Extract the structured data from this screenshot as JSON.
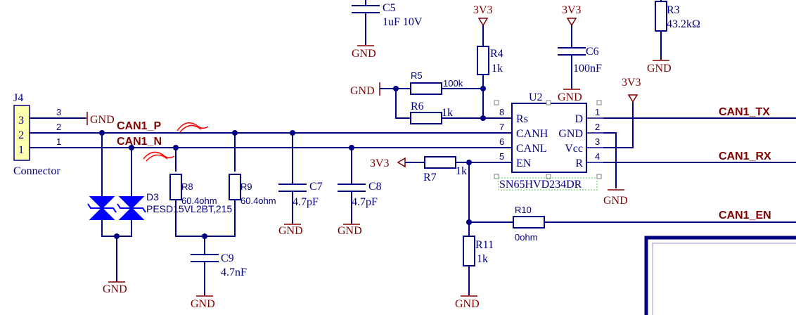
{
  "components": {
    "J4": {
      "designator": "J4",
      "name": "Connector",
      "pins": [
        "3",
        "2",
        "1"
      ]
    },
    "C5": {
      "designator": "C5",
      "value": "1uF 10V"
    },
    "R3": {
      "designator": "R3",
      "value": "43.2kΩ"
    },
    "R4": {
      "designator": "R4",
      "value": "1k"
    },
    "R5": {
      "designator": "R5",
      "value": "100k"
    },
    "R6": {
      "designator": "R6",
      "value": "1k"
    },
    "C6": {
      "designator": "C6",
      "value": "100nF"
    },
    "U2": {
      "designator": "U2",
      "part": "SN65HVD234DR",
      "left_pins": [
        {
          "num": "8",
          "name": "Rs"
        },
        {
          "num": "7",
          "name": "CANH"
        },
        {
          "num": "6",
          "name": "CANL"
        },
        {
          "num": "5",
          "name": "EN"
        }
      ],
      "right_pins": [
        {
          "num": "1",
          "name": "D"
        },
        {
          "num": "2",
          "name": "GND"
        },
        {
          "num": "3",
          "name": "Vcc"
        },
        {
          "num": "4",
          "name": "R"
        }
      ]
    },
    "R7": {
      "designator": "R7",
      "value": "1k"
    },
    "R8": {
      "designator": "R8",
      "value": "60.4ohm"
    },
    "R9": {
      "designator": "R9",
      "value": "60.4ohm"
    },
    "C7": {
      "designator": "C7",
      "value": "4.7pF"
    },
    "C8": {
      "designator": "C8",
      "value": "4.7pF"
    },
    "C9": {
      "designator": "C9",
      "value": "4.7nF"
    },
    "D3": {
      "designator": "D3",
      "value": "PESD15VL2BT,215"
    },
    "R10": {
      "designator": "R10",
      "value": "0ohm"
    },
    "R11": {
      "designator": "R11",
      "value": "1k"
    }
  },
  "nets": {
    "can1_p": "CAN1_P",
    "can1_n": "CAN1_N",
    "can1_tx": "CAN1_TX",
    "can1_rx": "CAN1_RX",
    "can1_en": "CAN1_EN"
  },
  "power": {
    "gnd": "GND",
    "v33": "3V3"
  },
  "colors": {
    "wire": "#000080",
    "power": "#800000",
    "tvs": "#0000ff",
    "connector_fill": "#ffffb0"
  }
}
